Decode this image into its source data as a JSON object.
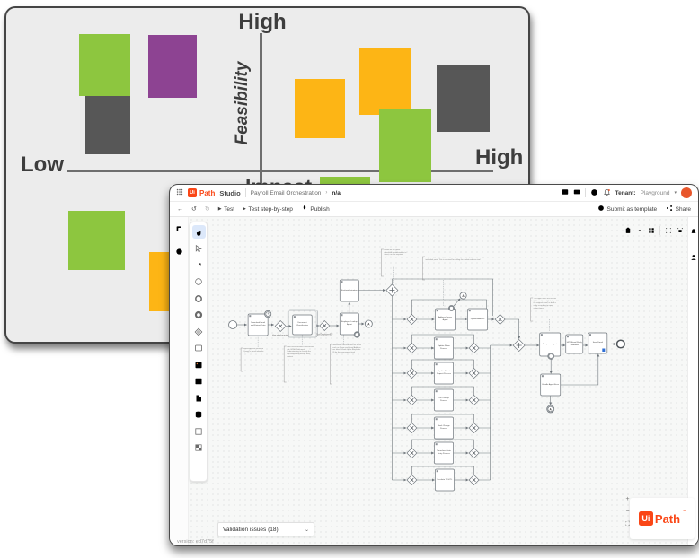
{
  "matrix": {
    "top_label": "High",
    "x_left_label": "Low",
    "x_right_label": "High",
    "y_axis_label": "Feasibility",
    "x_axis_label": "Impact",
    "note_colors": {
      "green": "#8dc63f",
      "purple": "#8d4392",
      "dark_gray": "#575757",
      "orange": "#fdb515"
    }
  },
  "studio": {
    "accent_color": "#fa4616",
    "topbar": {
      "logo_ui": "Ui",
      "logo_path": "Path",
      "product": "Studio",
      "breadcrumb_project": "Payroll Email Orchestration",
      "breadcrumb_sep": "›",
      "breadcrumb_env": "n/a",
      "tenant_label": "Tenant:",
      "tenant_value": "Playground",
      "tenant_caret": "▾",
      "help_glyph": "?"
    },
    "actionbar": {
      "back": "←",
      "undo": "↺",
      "redo": "↻",
      "test": "Test",
      "test_step": "Test step-by-step",
      "publish": "Publish",
      "submit_template": "Submit as template",
      "share": "Share",
      "play_glyph": "▶"
    },
    "statusbar": {
      "validation_dropdown": "Validation issues (18)",
      "version": "version: ed7d75f"
    },
    "zoom": {
      "in": "+",
      "out": "−",
      "fit": "⛶"
    },
    "watermark": {
      "ui": "Ui",
      "path": "Path",
      "tm": "™"
    }
  },
  "diagram": {
    "gateway_labels": {
      "g1": "Has attachments?",
      "g2": "Got EmployeeID?"
    },
    "link_labels": {
      "a1": "A",
      "a2": "A",
      "a3": "A"
    },
    "tasks": {
      "t1": "Download Email and Extract Data",
      "t2": "Document Classification",
      "t3": "Employee Lookup Agent",
      "t4": "Evaluate Intention",
      "a1": "Address Parser Agent",
      "a2": "Update Address",
      "b": "Update Name Process",
      "c": "Update Direct Deposit Process",
      "d": "Tax Change Process",
      "e": "Bank Change Process",
      "f": "Timesheet Data Entry Process",
      "g": "Escalate To HITL",
      "r1": "Response Agent",
      "r2": "HITL Email Reply Validation",
      "r3": "Send Email",
      "r4": "Handle Agent Error"
    },
    "notes": {
      "n1": "Messages are routed to CompCo email inbox for classification",
      "n2": "If the email contains attachments, use UiPath Document Understanding to classify the documents and extract their content",
      "n3": "Information derived from the email such as Name and Email Address are used to look up the Employee ID for the assessment task",
      "n4": "Based on the goals classified in combination to intent, run the required automations",
      "n5": "An address parser Agent is used to break down a single address string into its individual parts. This is required for calling the update address tool",
      "n6": "This agent uses the actions that were accomplished and the original email, to draft a reply according to open action items"
    }
  }
}
